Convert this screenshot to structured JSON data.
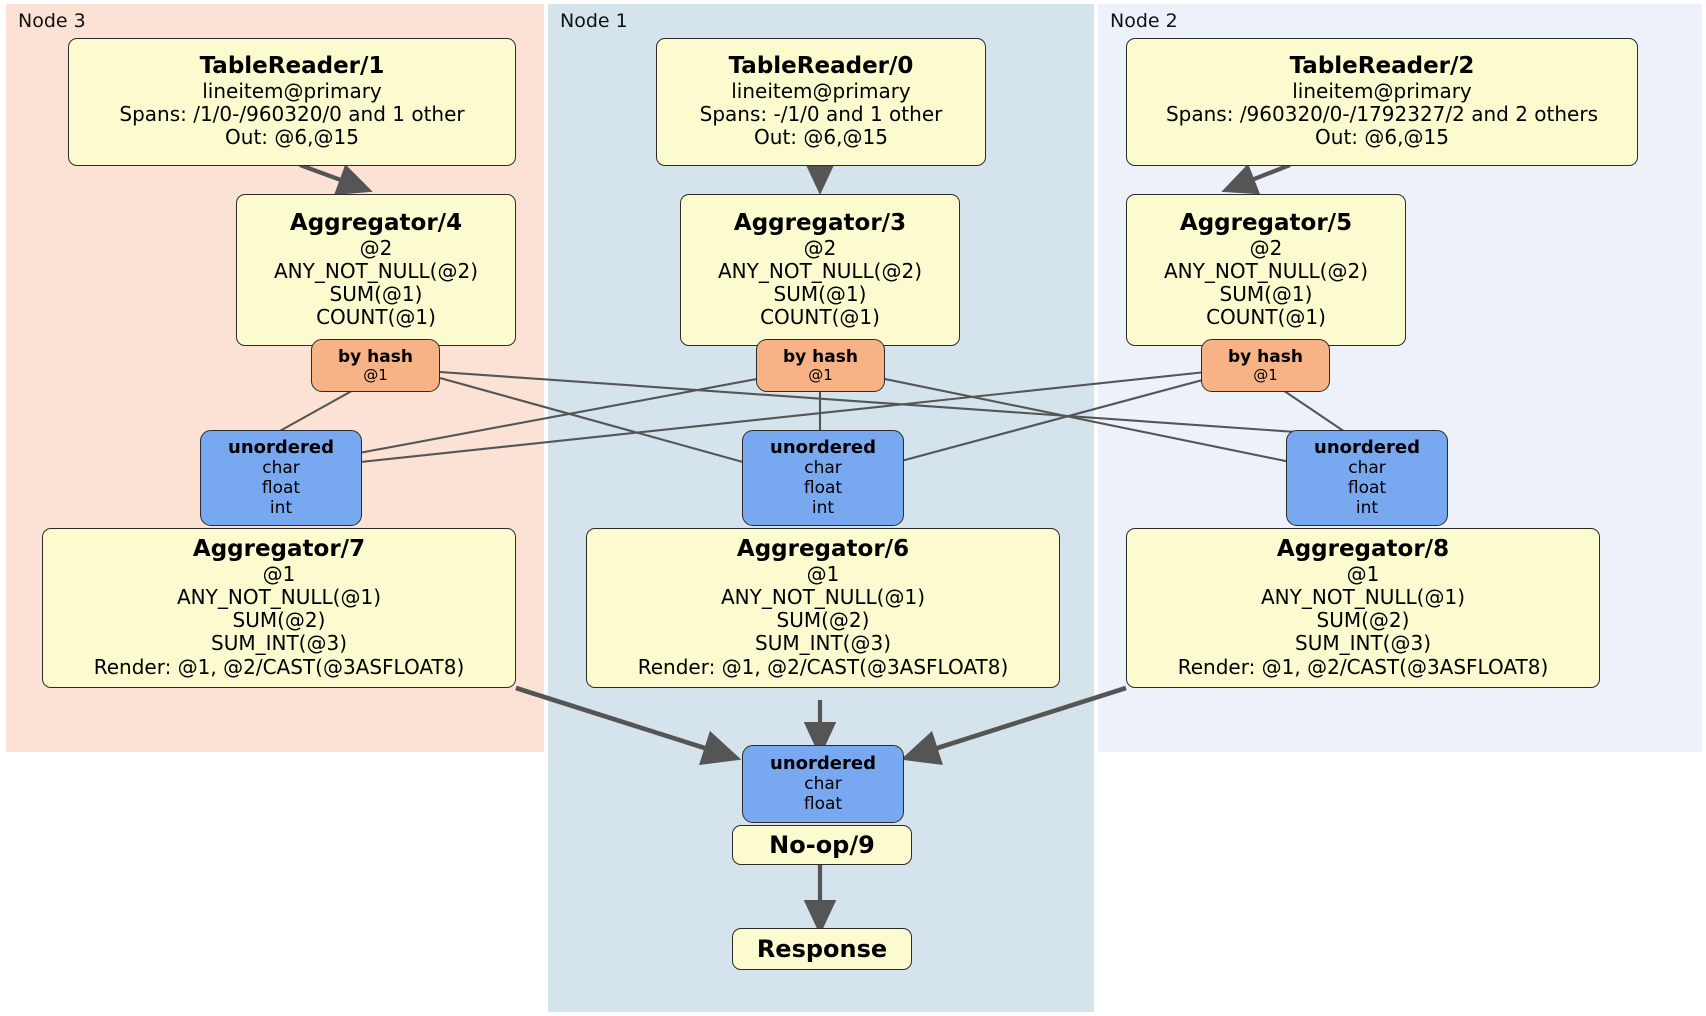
{
  "diagram": {
    "type": "distributed-query-plan",
    "colors": {
      "node3_panel": "#fbe2d4",
      "node1_panel": "#d5e3ec",
      "node2_panel": "#edf1fa",
      "processor_fill": "#fbfbcf",
      "router_fill": "#f7b285",
      "stream_fill": "#77a8f0",
      "border": "#2b2b2b",
      "edge": "#555555"
    }
  },
  "nodes": [
    {
      "id": "node3",
      "label": "Node 3"
    },
    {
      "id": "node1",
      "label": "Node 1"
    },
    {
      "id": "node2",
      "label": "Node 2"
    }
  ],
  "processors": {
    "tablereader1": {
      "title": "TableReader/1",
      "lines": [
        "lineitem@primary",
        "Spans: /1/0-/960320/0 and 1 other",
        "Out: @6,@15"
      ]
    },
    "tablereader0": {
      "title": "TableReader/0",
      "lines": [
        "lineitem@primary",
        "Spans: -/1/0 and 1 other",
        "Out: @6,@15"
      ]
    },
    "tablereader2": {
      "title": "TableReader/2",
      "lines": [
        "lineitem@primary",
        "Spans: /960320/0-/1792327/2 and 2 others",
        "Out: @6,@15"
      ]
    },
    "aggregator4": {
      "title": "Aggregator/4",
      "lines": [
        "@2",
        "ANY_NOT_NULL(@2)",
        "SUM(@1)",
        "COUNT(@1)"
      ]
    },
    "aggregator3": {
      "title": "Aggregator/3",
      "lines": [
        "@2",
        "ANY_NOT_NULL(@2)",
        "SUM(@1)",
        "COUNT(@1)"
      ]
    },
    "aggregator5": {
      "title": "Aggregator/5",
      "lines": [
        "@2",
        "ANY_NOT_NULL(@2)",
        "SUM(@1)",
        "COUNT(@1)"
      ]
    },
    "aggregator7": {
      "title": "Aggregator/7",
      "lines": [
        "@1",
        "ANY_NOT_NULL(@1)",
        "SUM(@2)",
        "SUM_INT(@3)",
        "Render: @1, @2/CAST(@3ASFLOAT8)"
      ]
    },
    "aggregator6": {
      "title": "Aggregator/6",
      "lines": [
        "@1",
        "ANY_NOT_NULL(@1)",
        "SUM(@2)",
        "SUM_INT(@3)",
        "Render: @1, @2/CAST(@3ASFLOAT8)"
      ]
    },
    "aggregator8": {
      "title": "Aggregator/8",
      "lines": [
        "@1",
        "ANY_NOT_NULL(@1)",
        "SUM(@2)",
        "SUM_INT(@3)",
        "Render: @1, @2/CAST(@3ASFLOAT8)"
      ]
    },
    "noop9": {
      "title": "No-op/9",
      "lines": []
    },
    "response": {
      "title": "Response",
      "lines": []
    }
  },
  "routers": {
    "byhash_left": {
      "title": "by hash",
      "lines": [
        "@1"
      ]
    },
    "byhash_center": {
      "title": "by hash",
      "lines": [
        "@1"
      ]
    },
    "byhash_right": {
      "title": "by hash",
      "lines": [
        "@1"
      ]
    }
  },
  "streams": {
    "unordered_left": {
      "title": "unordered",
      "lines": [
        "char",
        "float",
        "int"
      ]
    },
    "unordered_center": {
      "title": "unordered",
      "lines": [
        "char",
        "float",
        "int"
      ]
    },
    "unordered_right": {
      "title": "unordered",
      "lines": [
        "char",
        "float",
        "int"
      ]
    },
    "unordered_final": {
      "title": "unordered",
      "lines": [
        "char",
        "float"
      ]
    }
  }
}
